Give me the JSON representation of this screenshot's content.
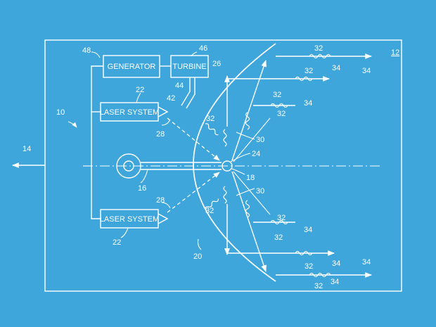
{
  "boxes": {
    "generator": "GENERATOR",
    "turbine": "TURBINE",
    "laser_top": "LASER SYSTEM",
    "laser_bottom": "LASER SYSTEM"
  },
  "labels": {
    "n10": "10",
    "n12": "12",
    "n14": "14",
    "n16": "16",
    "n18": "18",
    "n20": "20",
    "n22a": "22",
    "n22b": "22",
    "n24": "24",
    "n26": "26",
    "n28a": "28",
    "n28b": "28",
    "n30a": "30",
    "n30b": "30",
    "n32a": "32",
    "n32b": "32",
    "n32c": "32",
    "n32d": "32",
    "n32e": "32",
    "n32f": "32",
    "n32g": "32",
    "n32h": "32",
    "n32i": "32",
    "n32j": "32",
    "n34a": "34",
    "n34b": "34",
    "n34c": "34",
    "n34d": "34",
    "n34e": "34",
    "n34f": "34",
    "n34g": "34",
    "n42": "42",
    "n44": "44",
    "n46": "46",
    "n48": "48"
  },
  "colors": {
    "background": "#3ea6da",
    "line": "#ffffff"
  }
}
